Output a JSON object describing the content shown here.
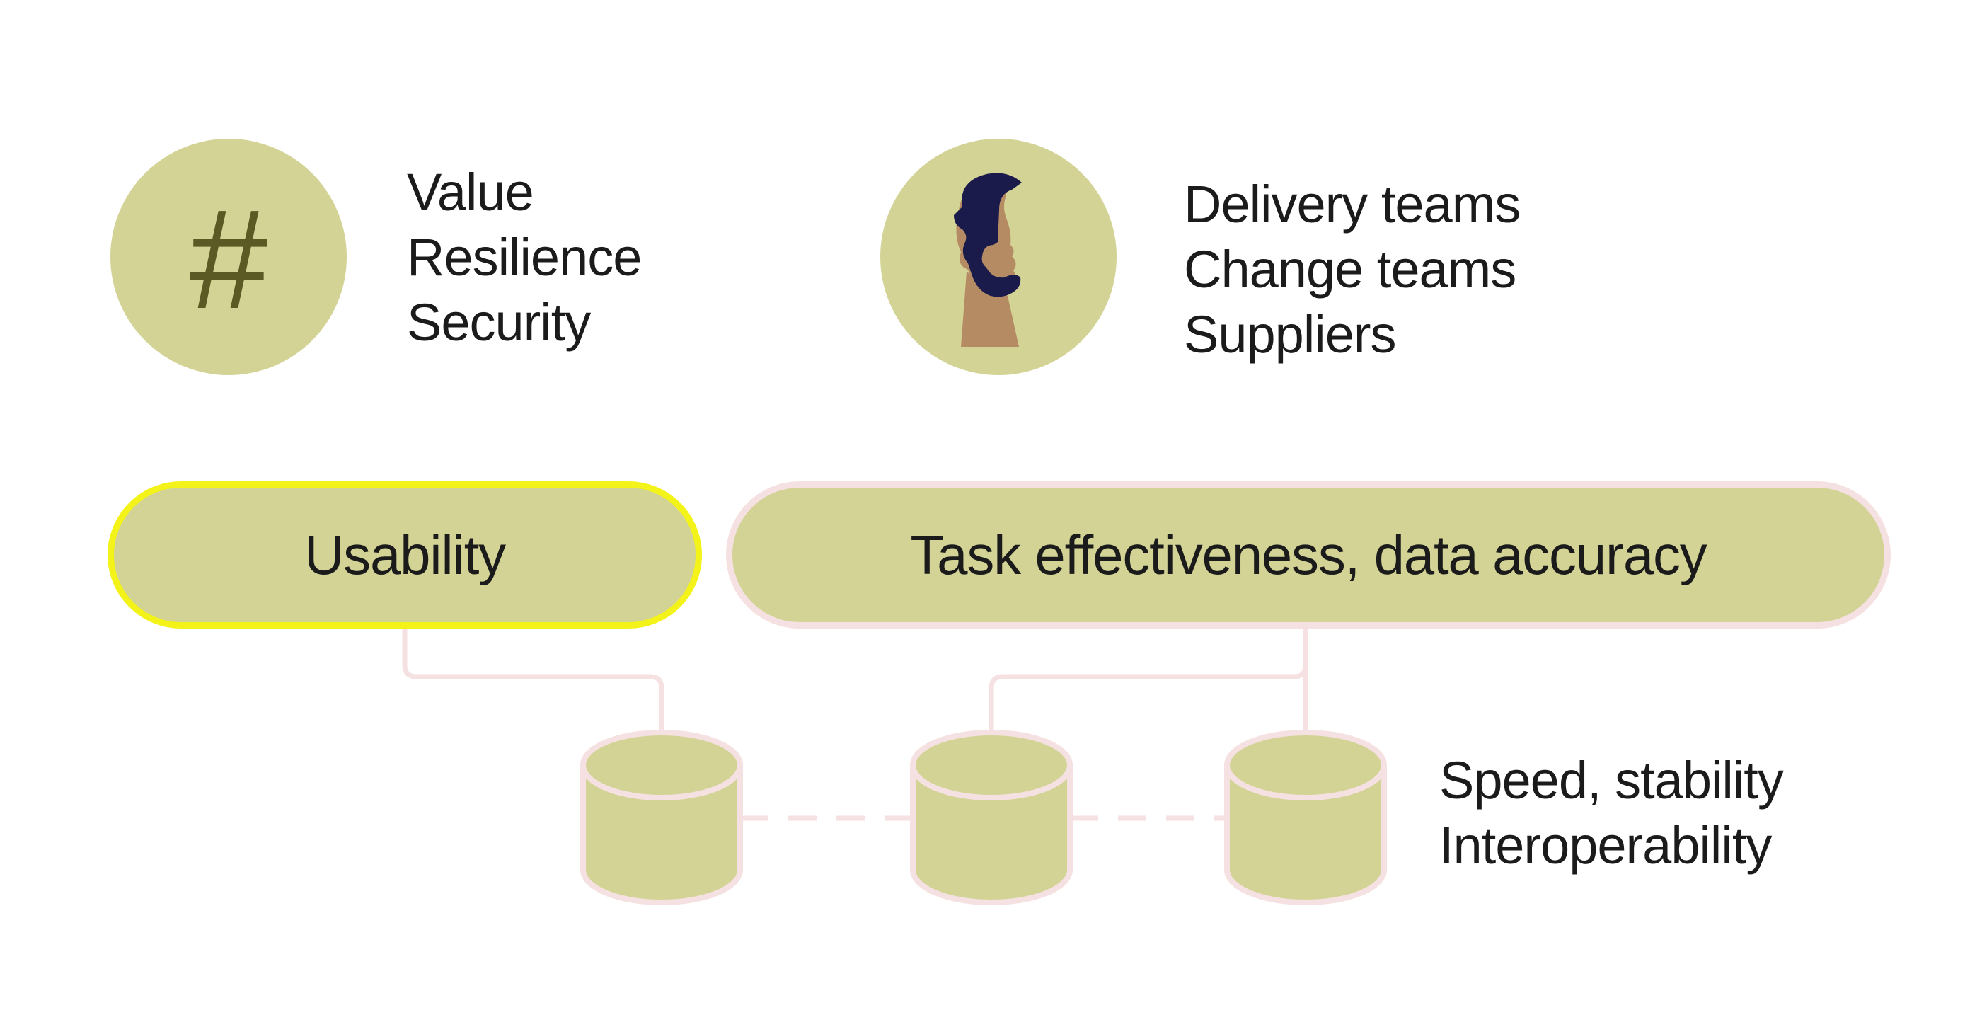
{
  "colors": {
    "fill": "#d3d396",
    "highlight_border": "#f3f319",
    "connector": "#f6e1e2",
    "hash_glyph": "#5b5a24",
    "hair": "#1a1b4b",
    "skin": "#b58b64"
  },
  "icons": {
    "left": "hash-icon",
    "right": "person-icon"
  },
  "hash_symbol": "#",
  "goals": [
    "Value",
    "Resilience",
    "Security"
  ],
  "teams": [
    "Delivery teams",
    "Change teams",
    "Suppliers"
  ],
  "pills": {
    "usability": "Usability",
    "task": "Task effectiveness, data accuracy"
  },
  "qualities": [
    "Speed, stability",
    "Interoperability"
  ],
  "databases_count": 3
}
